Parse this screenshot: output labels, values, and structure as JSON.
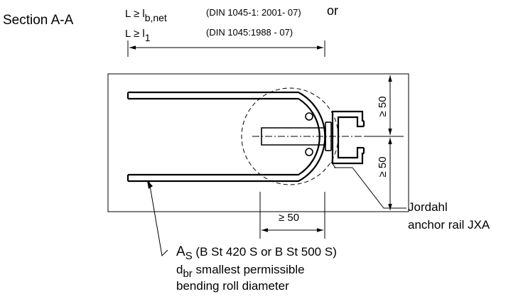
{
  "section_title": "Section A-A",
  "length_condition_1": {
    "prefix": "L ≥ l",
    "subscript": "b,net",
    "standard": "(DIN 1045-1: 2001- 07)",
    "joiner": "or"
  },
  "length_condition_2": {
    "prefix": "L ≥  l",
    "subscript": "1",
    "standard": "(DIN 1045:1988 - 07)"
  },
  "dimensions": {
    "top_spacing": "≥ 50",
    "bottom_spacing": "≥ 50",
    "rail_distance": "≥ 50"
  },
  "anchor_rail_label": {
    "line1": "Jordahl",
    "line2": "anchor rail JXA"
  },
  "reinforcement_label": {
    "line1_symbol": "A",
    "line1_subscript": "S",
    "line1_text": " (B St 420 S or B St 500 S)",
    "line2_symbol": "d",
    "line2_subscript": "br",
    "line2_text": " smallest permissible",
    "line3": "bending roll diameter"
  }
}
